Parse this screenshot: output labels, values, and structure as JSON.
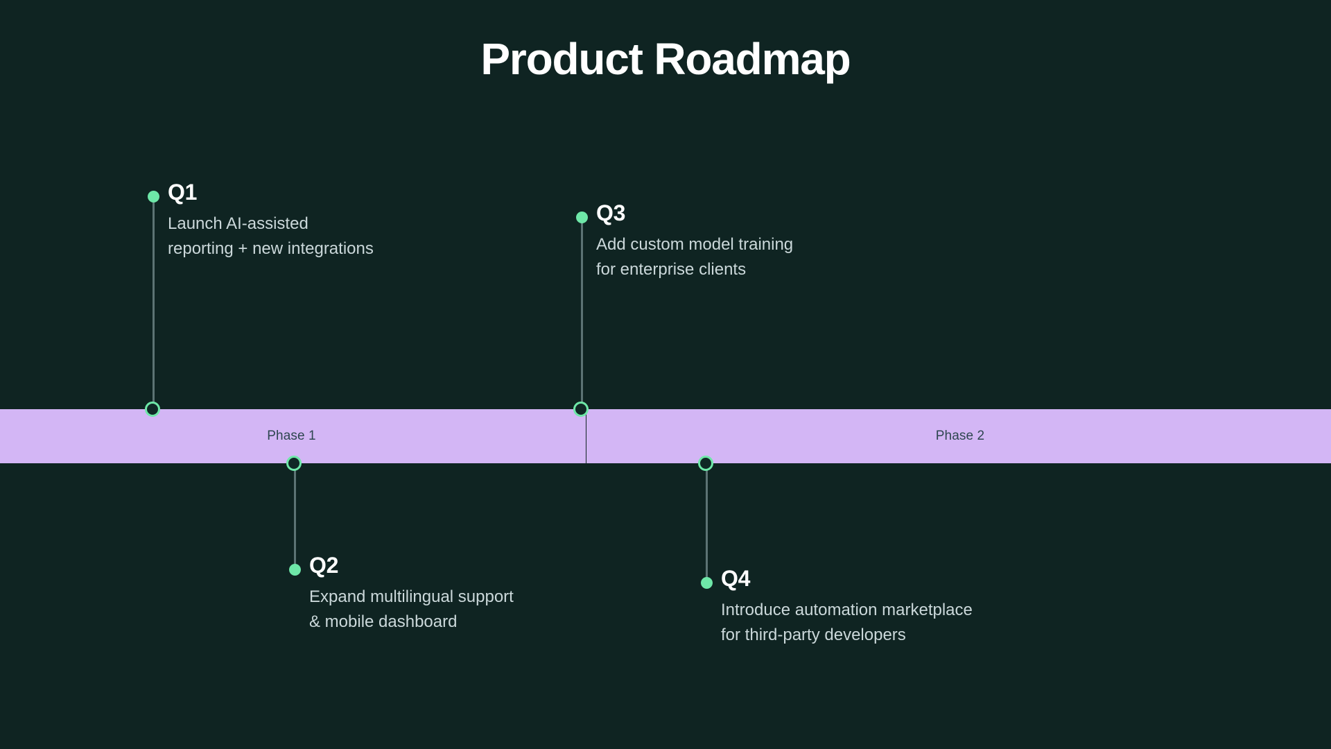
{
  "title": "Product Roadmap",
  "colors": {
    "background": "#0F2422",
    "title": "#FFFFFF",
    "accent_green": "#6EE7A8",
    "phase_bar": "#D3B6F5",
    "phase_label": "#2E4650",
    "description": "#CBD8DA",
    "connector_line": "#5C7374"
  },
  "phases": [
    {
      "label": "Phase 1"
    },
    {
      "label": "Phase 2"
    }
  ],
  "milestones": [
    {
      "quarter": "Q1",
      "position": "above",
      "desc_line_1": "Launch AI-assisted",
      "desc_line_2": "reporting + new integrations"
    },
    {
      "quarter": "Q2",
      "position": "below",
      "desc_line_1": "Expand multilingual support",
      "desc_line_2": "& mobile dashboard"
    },
    {
      "quarter": "Q3",
      "position": "above",
      "desc_line_1": "Add custom model training",
      "desc_line_2": "for enterprise clients"
    },
    {
      "quarter": "Q4",
      "position": "below",
      "desc_line_1": "Introduce automation marketplace",
      "desc_line_2": "for third-party developers"
    }
  ]
}
